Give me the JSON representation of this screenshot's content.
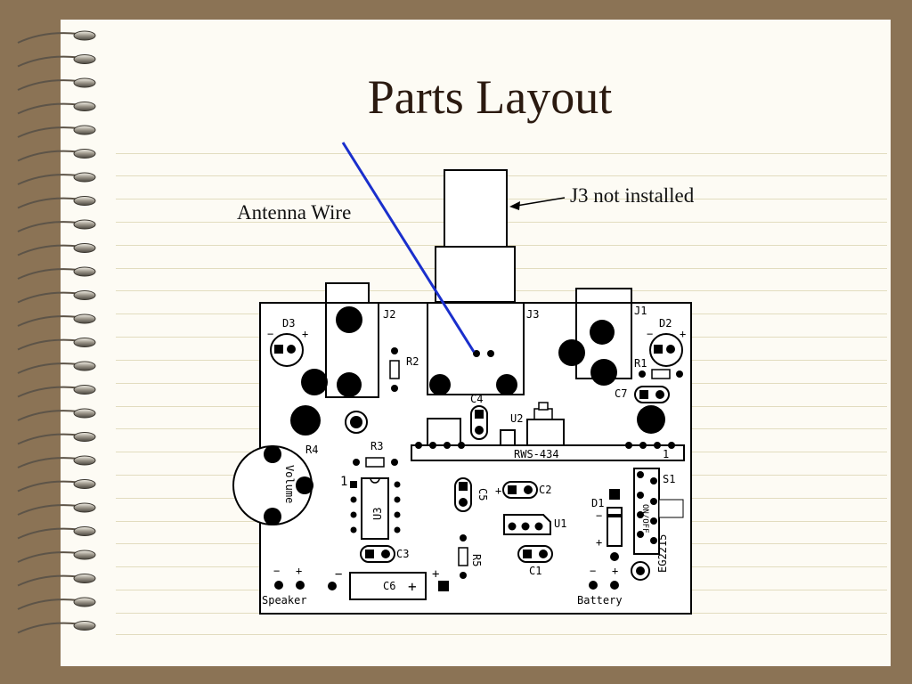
{
  "slide": {
    "title": "Parts Layout",
    "callouts": {
      "antenna": "Antenna Wire",
      "j3": "J3 not installed"
    }
  },
  "board": {
    "labels": {
      "d3": "D3",
      "j2": "J2",
      "j3": "J3",
      "j1": "J1",
      "d2": "D2",
      "r2": "R2",
      "r1": "R1",
      "c4": "C4",
      "c7": "C7",
      "u2": "U2",
      "r4": "R4",
      "r3": "R3",
      "volume": "Volume",
      "module": "RWS-434",
      "pin1_module": "1",
      "pin1_u3": "1",
      "u3": "U3",
      "c5": "C5",
      "c2": "C2",
      "u1": "U1",
      "c3": "C3",
      "r5": "R5",
      "c1": "C1",
      "d1": "D1",
      "s1": "S1",
      "switch": "EG2215",
      "switch_pos": "ON/OFF",
      "c6": "C6",
      "speaker": "Speaker",
      "battery": "Battery",
      "minus": "−",
      "plus": "+"
    }
  },
  "colors": {
    "background": "#8b7355",
    "paper": "#fdfbf4",
    "rule": "#e2dcbf",
    "title": "#2b1a10",
    "antenna_wire": "#1a2fcc"
  }
}
